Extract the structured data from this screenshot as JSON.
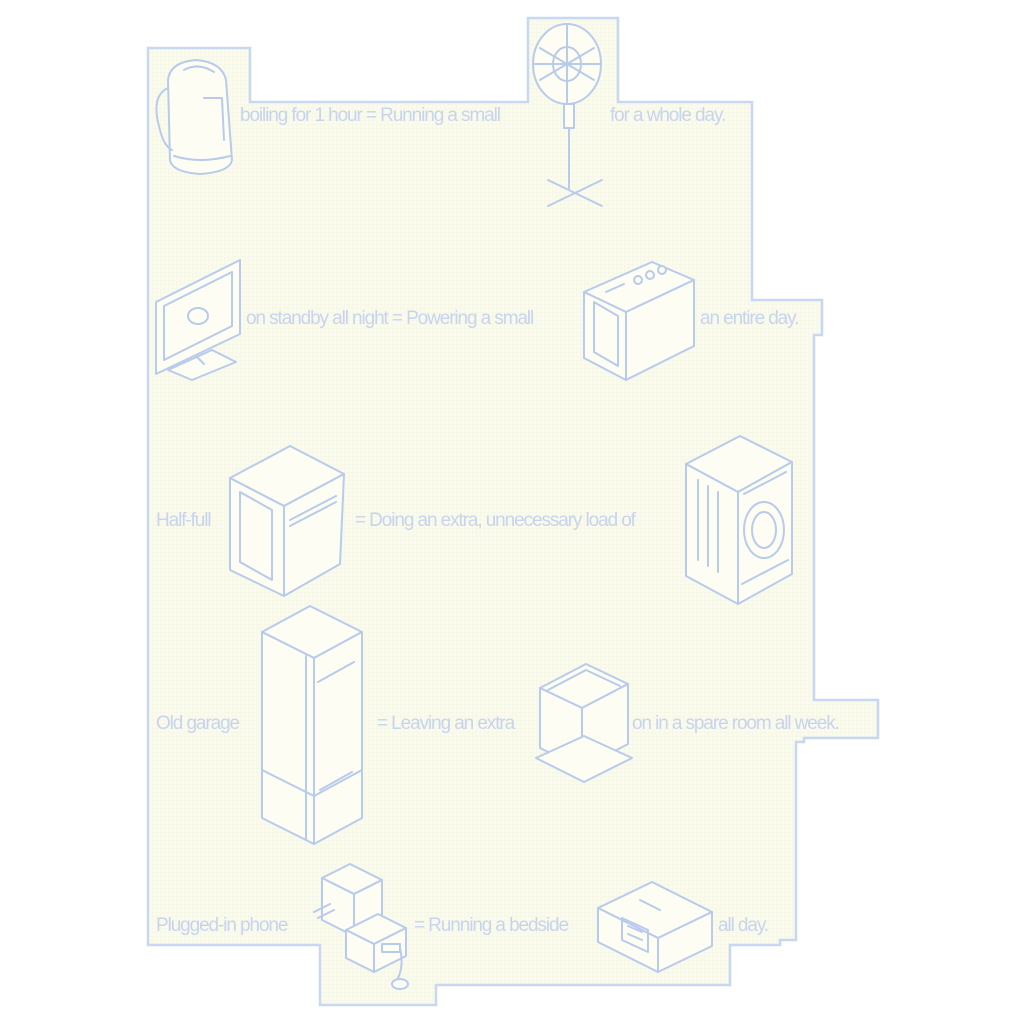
{
  "colors": {
    "panel_fill": "#fbfbec",
    "panel_outline": "#c9d8f2",
    "text": "#c7d4ee",
    "icon_stroke": "#b8cbec"
  },
  "rows": [
    {
      "segments": [
        "boiling for 1 hour = Running a small",
        "for a whole day."
      ],
      "icons": [
        "kettle-icon",
        "fan-icon"
      ]
    },
    {
      "segments": [
        "on standby all night = Powering a small",
        "an entire day."
      ],
      "icons": [
        "tv-icon",
        "radio-icon"
      ]
    },
    {
      "segments": [
        "Half-full",
        "= Doing an extra, unnecessary load of"
      ],
      "icons": [
        "dishwasher-icon",
        "washing-machine-icon"
      ]
    },
    {
      "segments": [
        "Old garage",
        "= Leaving an extra",
        "on in a spare room all week."
      ],
      "icons": [
        "fridge-icon",
        "lamp-icon"
      ]
    },
    {
      "segments": [
        "Plugged-in phone",
        "= Running a bedside",
        "all day."
      ],
      "icons": [
        "charger-icon",
        "alarm-clock-icon"
      ]
    }
  ]
}
